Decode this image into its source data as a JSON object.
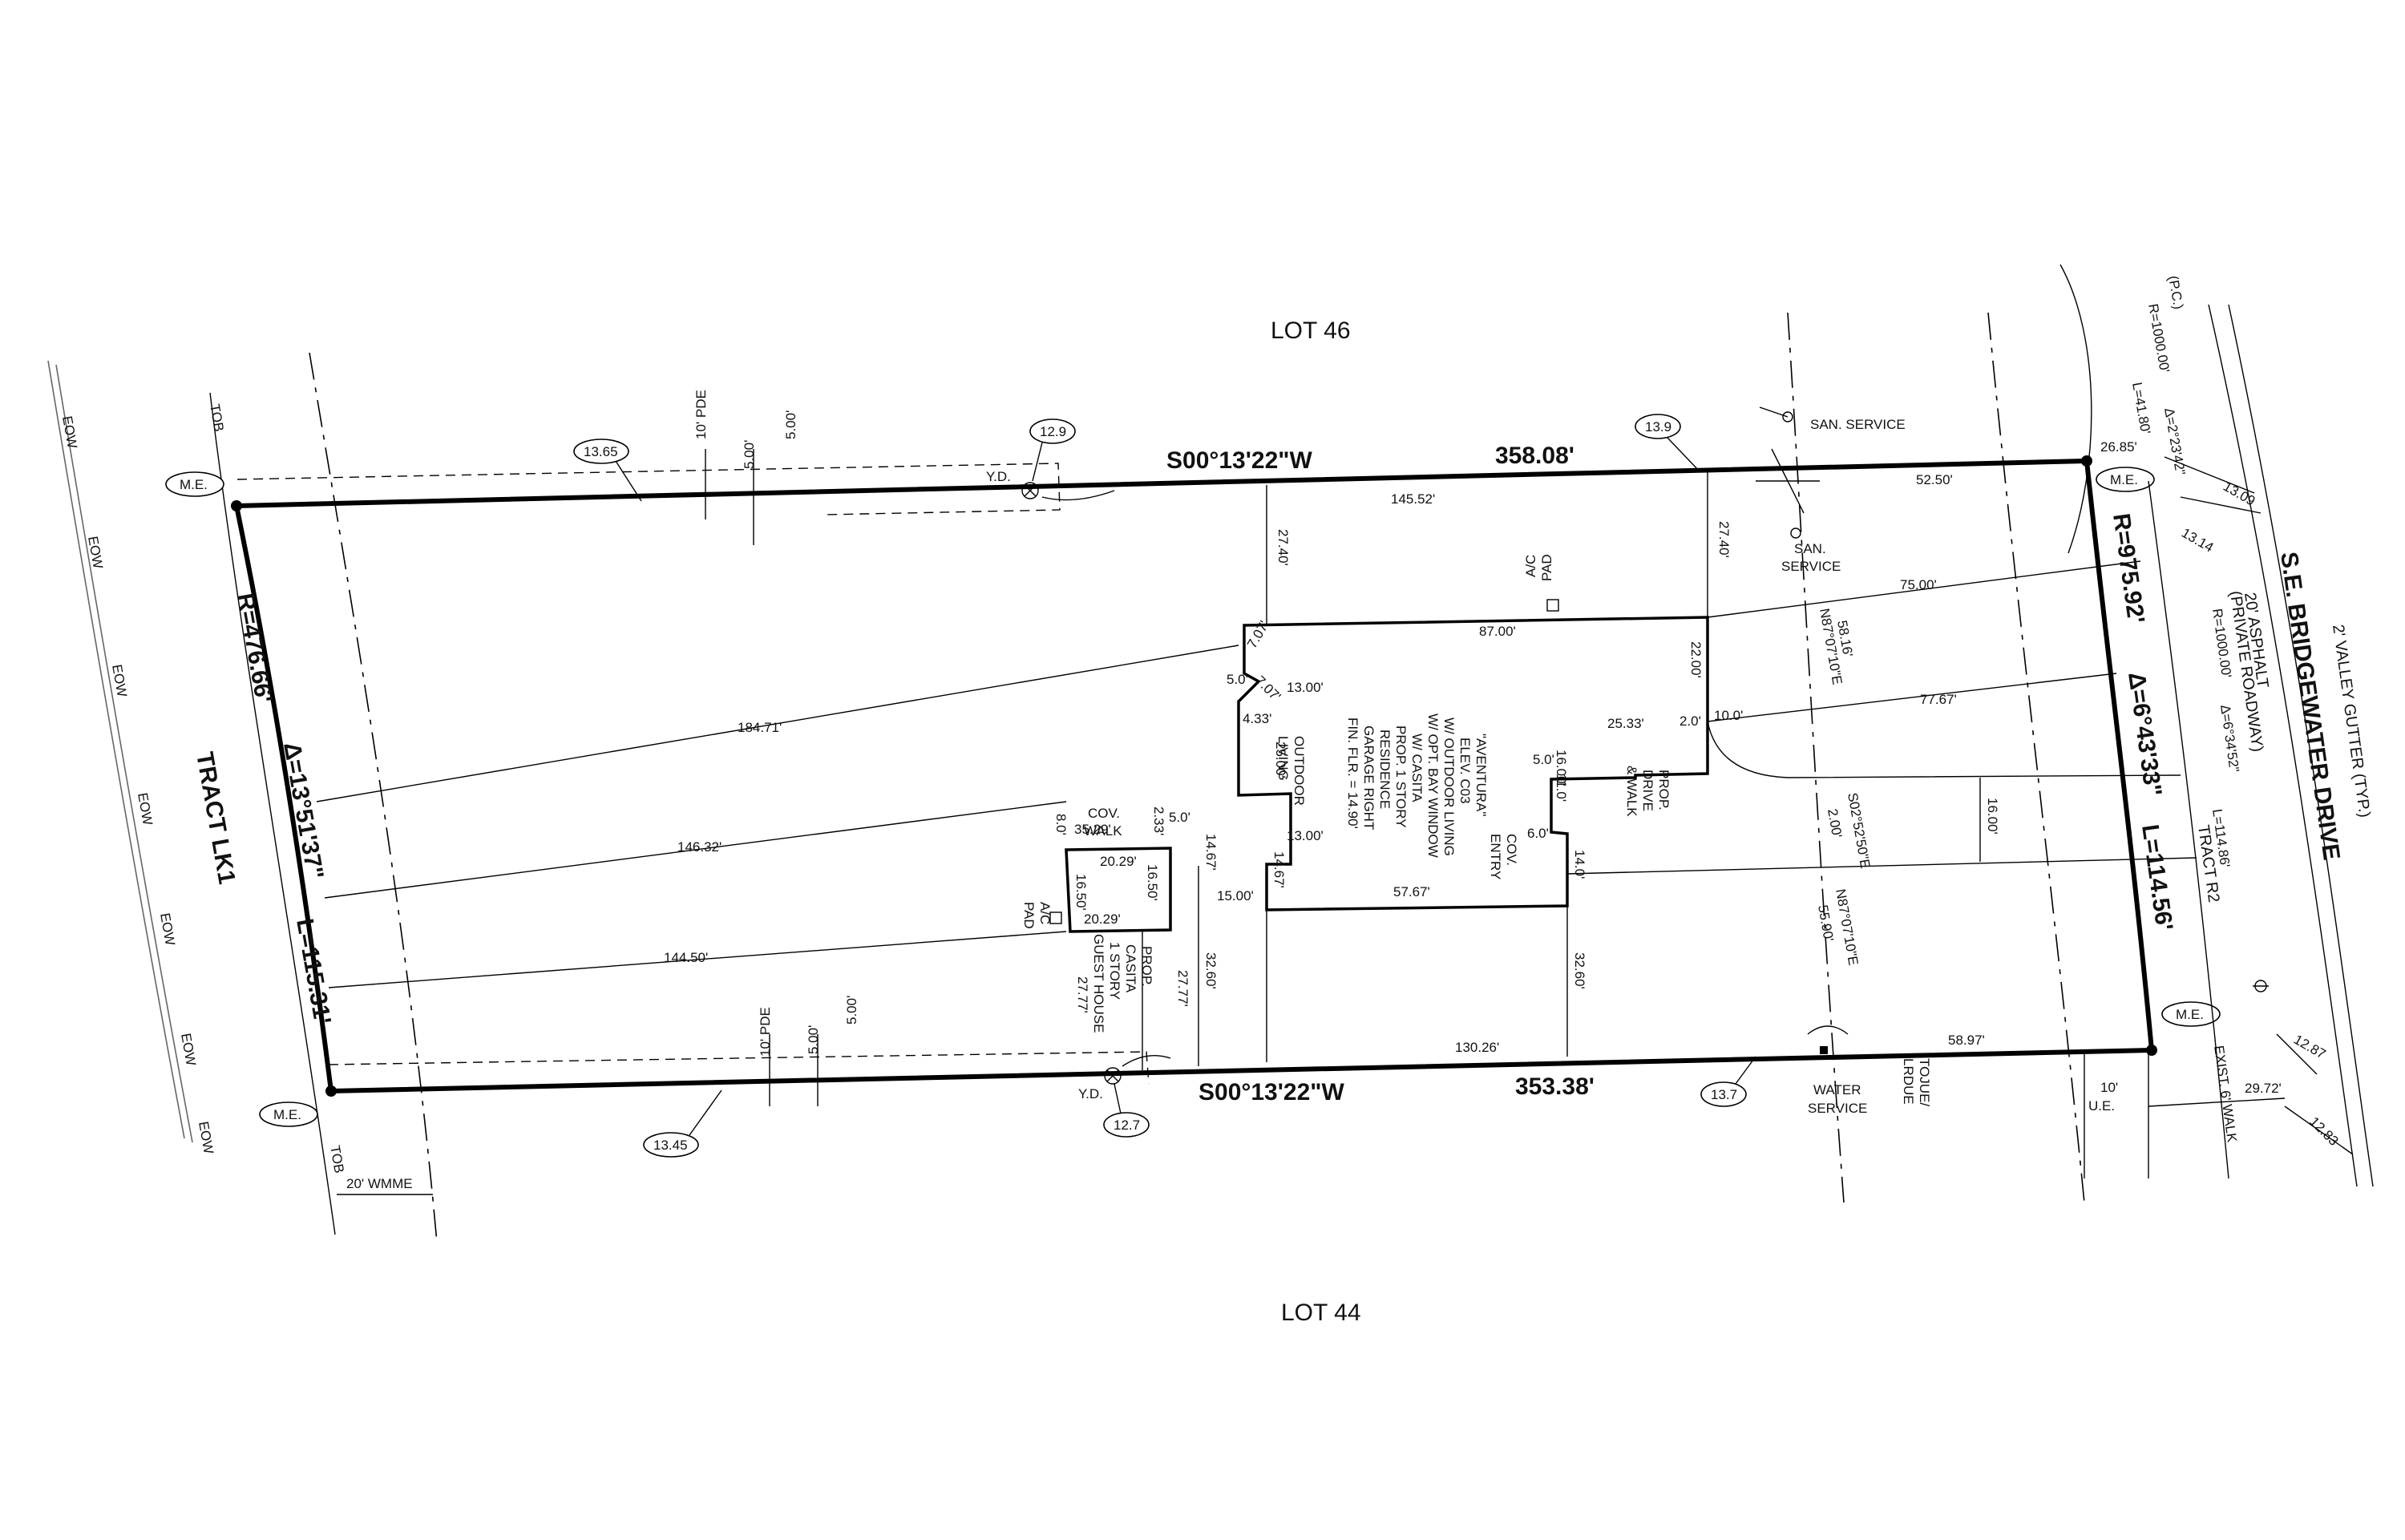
{
  "labels": {
    "lot_top": "LOT 46",
    "lot_bottom": "LOT 44",
    "tract_left": "TRACT LK1",
    "tract_r2": "TRACT R2",
    "road_name": "S.E. BRIDGEWATER DRIVE",
    "road_asphalt": "20' ASPHALT",
    "road_private": "(PRIVATE ROADWAY)",
    "valley_gutter": "2' VALLEY GUTTER (TYP.)",
    "exist_walk": "EXIST. 6' WALK",
    "wmme": "20' WMME",
    "ue": "10'",
    "ue2": "U.E.",
    "pde_top": "10' PDE",
    "pde_bottom": "10' PDE",
    "tojue": "TOJUE/",
    "lrdue": "LRDUE",
    "san_service_top": "SAN. SERVICE",
    "san_service_mid1": "SAN.",
    "san_service_mid2": "SERVICE",
    "water_service1": "WATER",
    "water_service2": "SERVICE",
    "ac_pad_main1": "A/C",
    "ac_pad_main2": "PAD",
    "ac_pad_guest1": "A/C",
    "ac_pad_guest2": "PAD",
    "yd": "Y.D.",
    "me": "M.E.",
    "eow": "EOW",
    "tob": "TOB",
    "pc": "(P.C.)",
    "outdoor_living1": "OUTDOOR",
    "outdoor_living2": "LIVING",
    "cov_walk1": "COV.",
    "cov_walk2": "WALK",
    "cov_entry1": "COV.",
    "cov_entry2": "ENTRY",
    "prop_drive1": "PROP.",
    "prop_drive2": "DRIVE",
    "prop_drive3": "& WALK",
    "residence": [
      "\"AVENTURA\"",
      "ELEV. C03",
      "W/ OUTDOOR LIVING",
      "W/ OPT. BAY WINDOW",
      "W/ CASITA",
      "PROP. 1 STORY",
      "RESIDENCE",
      "GARAGE RIGHT",
      "FIN. FLR. = 14.90'"
    ],
    "guest_house": [
      "PROP.",
      "CASITA",
      "1 STORY",
      "GUEST HOUSE"
    ]
  },
  "bearings": {
    "top_bearing": "S00°13'22\"W",
    "top_distance": "358.08'",
    "bottom_bearing": "S00°13'22\"W",
    "bottom_distance": "353.38'",
    "west_radius": "R=476.66'",
    "west_delta": "Δ=13°51'37\"",
    "west_length": "L=115.31'",
    "east_radius": "R=975.92'",
    "east_delta": "Δ=6°43'33\"",
    "east_length": "L=114.56'",
    "road_curve": "R=1000.00'",
    "road_delta": "Δ=6°34'52\"",
    "road_length": "L=114.86'",
    "pc_curve": "R=1000.00'",
    "pc_delta": "Δ=2°23'42\"",
    "pc_length": "L=41.80'",
    "n87_top": "N87°07'10\"E",
    "n87_top_dist": "58.16'",
    "s02": "S02°52'50\"E",
    "s02_dist": "2.00'",
    "n87_bottom": "N87°07'10\"E",
    "n87_bottom_dist": "55.90'"
  },
  "elevations": {
    "e1365": "13.65",
    "e129": "12.9",
    "e139": "13.9",
    "e1309": "13.09",
    "e1314": "13.14",
    "e1345": "13.45",
    "e127": "12.7",
    "e137": "13.7",
    "e1287": "12.87",
    "e1283": "12.83"
  },
  "dims": {
    "d14552": "145.52'",
    "d5250": "52.50'",
    "d2685": "26.85'",
    "d2740a": "27.40'",
    "d2740b": "27.40'",
    "d8700": "87.00'",
    "d7500": "75.00'",
    "d2200": "22.00'",
    "d1000": "10.0'",
    "d20": "2.0'",
    "d7767": "77.67'",
    "d2533": "25.33'",
    "d18471": "184.71'",
    "d14632": "146.32'",
    "d14450": "144.50'",
    "d3529": "35.29'",
    "d1300a": "13.00'",
    "d1300b": "13.00'",
    "d433": "4.33'",
    "d2500": "25.00'",
    "d1467a": "14.67'",
    "d1467b": "14.67'",
    "d1500": "15.00'",
    "d5767": "57.67'",
    "d500t": "5.0'",
    "d707a": "7.07'",
    "d707b": "7.07'",
    "d50a": "5.0'",
    "d50b": "5.0'",
    "d1600a": "16.00'",
    "d110": "11.0'",
    "d60": "6.0'",
    "d140": "14.0'",
    "d1600r": "16.00'",
    "d80": "8.0'",
    "d233": "2.33'",
    "d2029a": "20.29'",
    "d2029b": "20.29'",
    "d1650a": "16.50'",
    "d1650b": "16.50'",
    "d2777a": "27.77'",
    "d2777b": "27.77'",
    "d3260a": "32.60'",
    "d3260b": "32.60'",
    "d13026": "130.26'",
    "d5897": "58.97'",
    "d2972": "29.72'",
    "d500a": "5.00'",
    "d500b": "5.00'",
    "d500c": "5.00'",
    "d500d": "5.00'"
  }
}
